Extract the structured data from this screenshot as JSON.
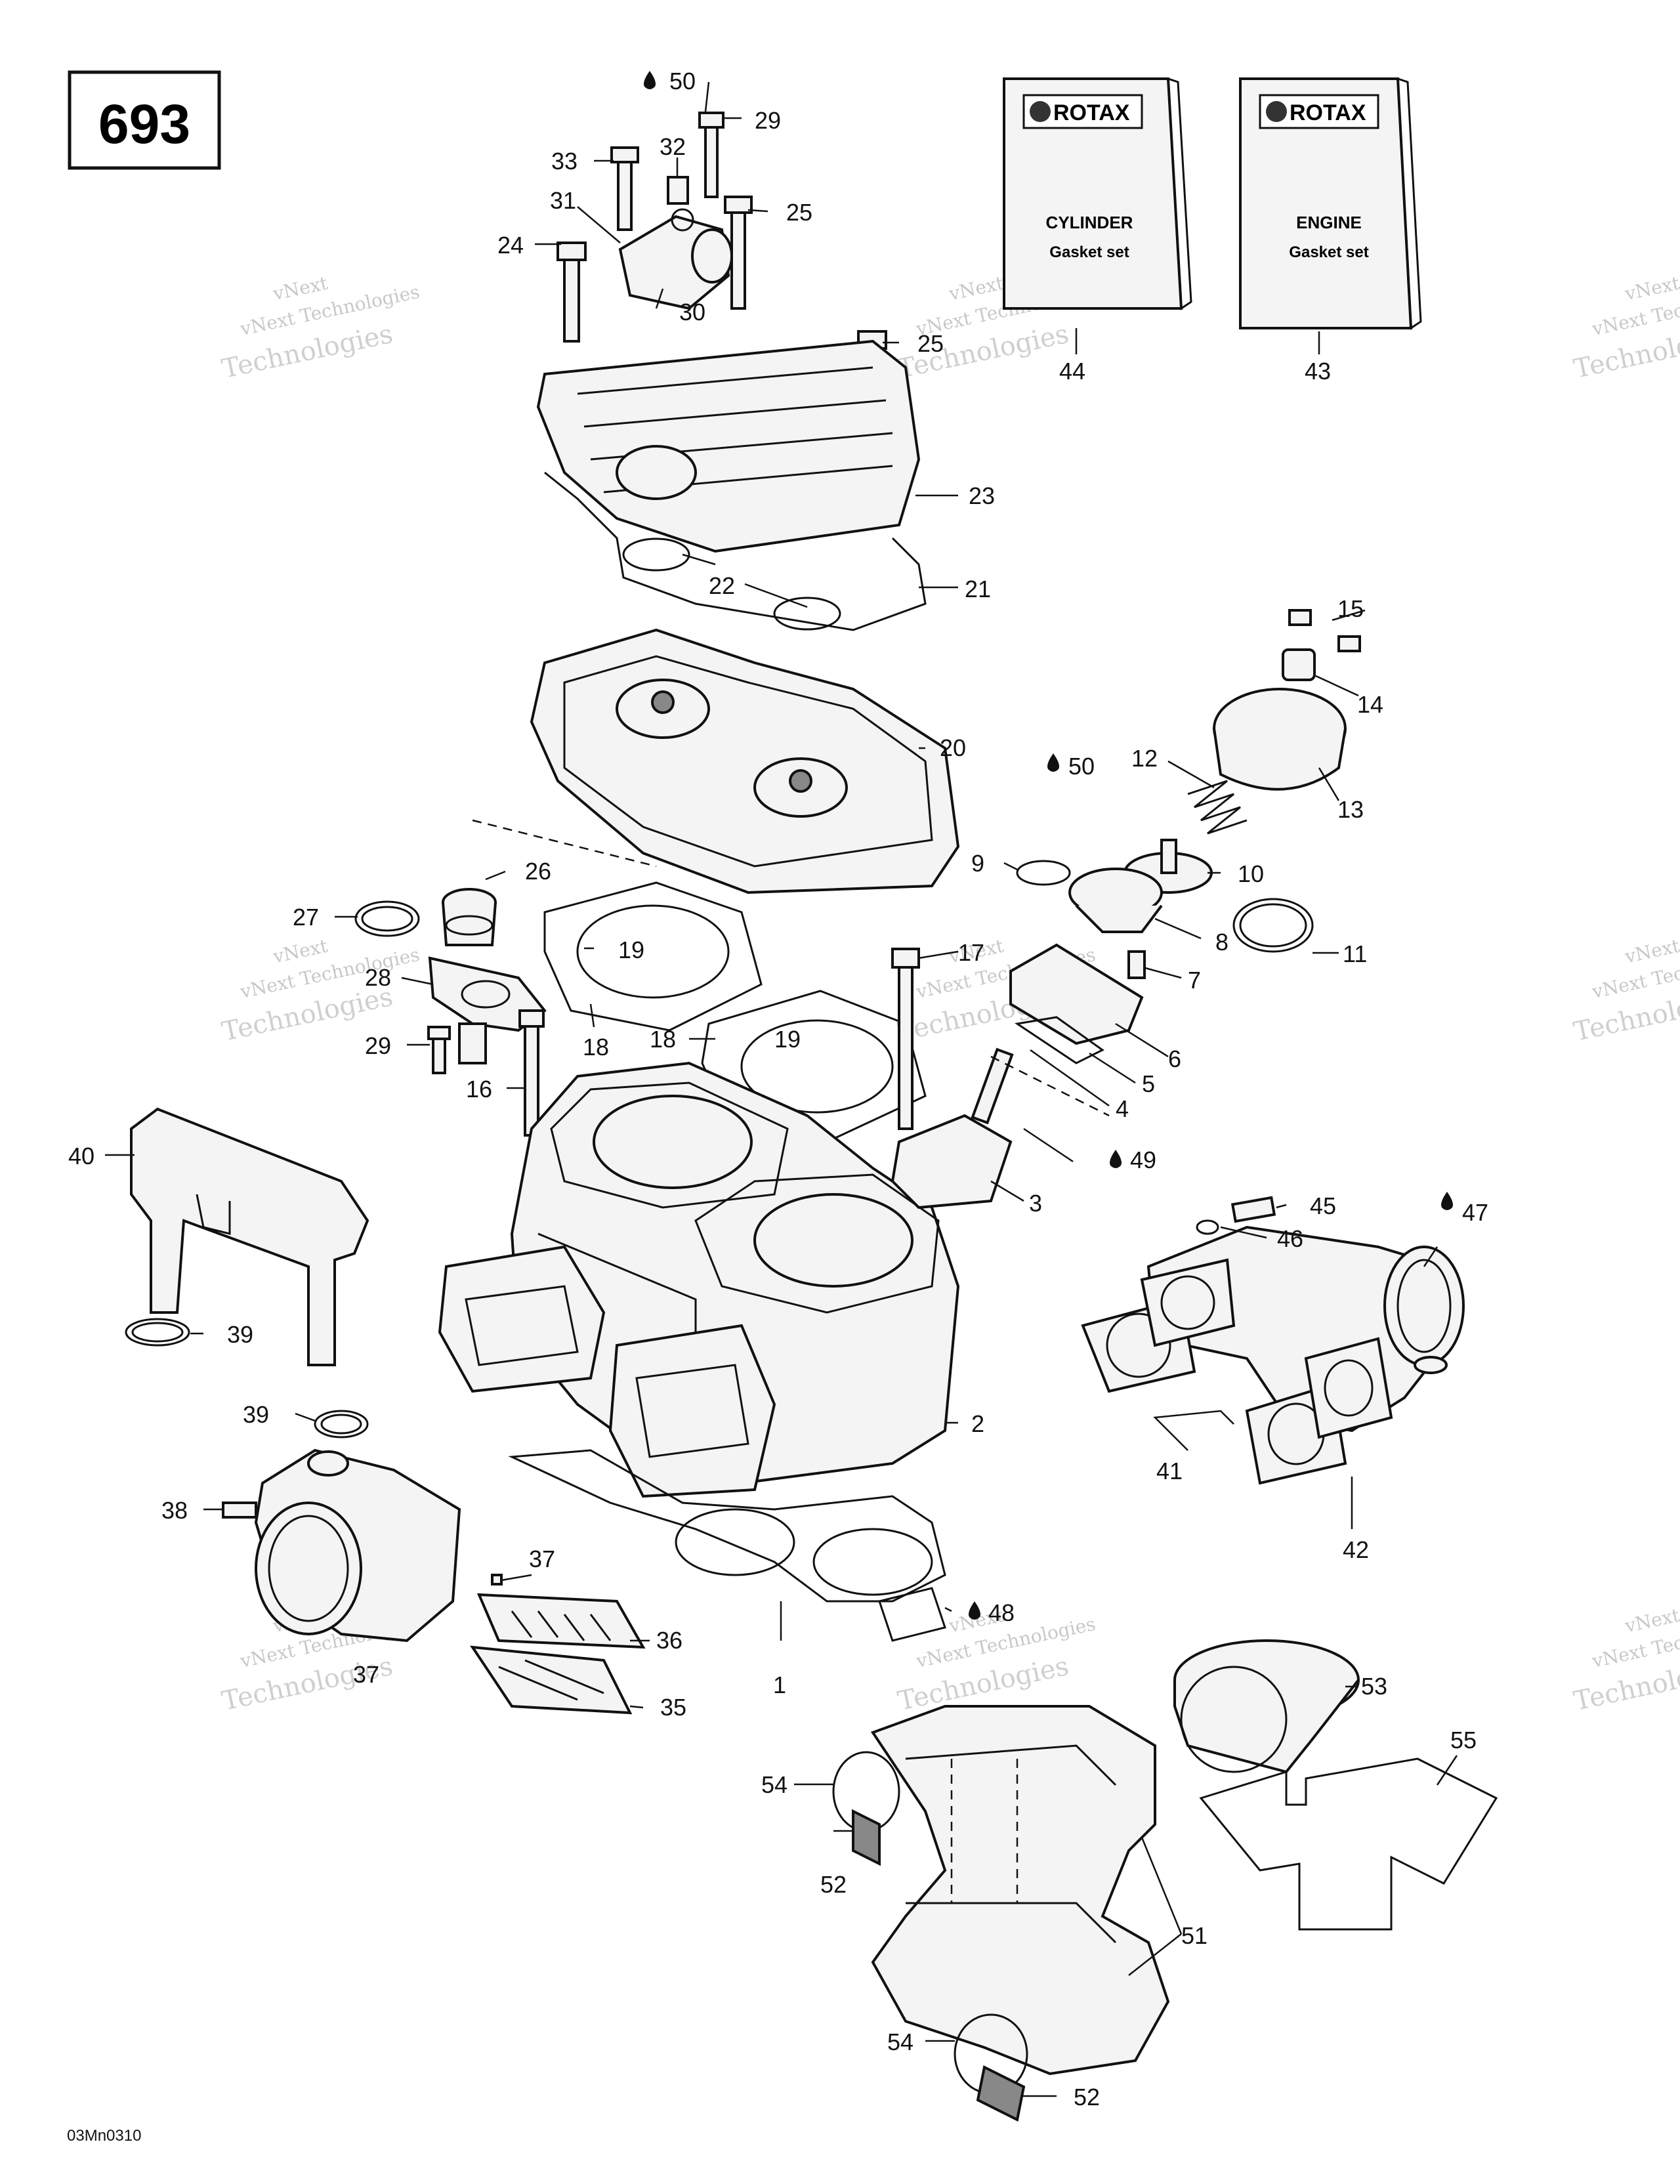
{
  "page_number": "693",
  "drawing_code": "03Mn0310",
  "watermark": {
    "line1": "vNext",
    "line2": "vNext Technologies",
    "line3": "Technologies"
  },
  "kits": [
    {
      "brand": "ROTAX",
      "line1": "CYLINDER",
      "line2": "Gasket set"
    },
    {
      "brand": "ROTAX",
      "line1": "ENGINE",
      "line2": "Gasket set"
    }
  ],
  "oil_icon": "drop-icon",
  "callouts": {
    "c50a": "50",
    "c29a": "29",
    "c32": "32",
    "c33": "33",
    "c31": "31",
    "c25a": "25",
    "c24": "24",
    "c30": "30",
    "c25b": "25",
    "c44": "44",
    "c43": "43",
    "c23": "23",
    "c22": "22",
    "c21": "21",
    "c15": "15",
    "c14": "14",
    "c20": "20",
    "c50b": "50",
    "c12": "12",
    "c13": "13",
    "c26": "26",
    "c9": "9",
    "c10": "10",
    "c27": "27",
    "c19a": "19",
    "c8": "8",
    "c11": "11",
    "c17": "17",
    "c28": "28",
    "c7": "7",
    "c29b": "29",
    "c18a": "18",
    "c18b": "18",
    "c19b": "19",
    "c6": "6",
    "c5": "5",
    "c16": "16",
    "c4": "4",
    "c40": "40",
    "c49": "49",
    "c3": "3",
    "c45": "45",
    "c47": "47",
    "c46": "46",
    "c39a": "39",
    "c39b": "39",
    "c2": "2",
    "c41": "41",
    "c38": "38",
    "c42": "42",
    "c37a": "37",
    "c48": "48",
    "c36": "36",
    "c37b": "37",
    "c1": "1",
    "c35": "35",
    "c53": "53",
    "c55": "55",
    "c54a": "54",
    "c52a": "52",
    "c51": "51",
    "c54b": "54",
    "c52b": "52"
  }
}
